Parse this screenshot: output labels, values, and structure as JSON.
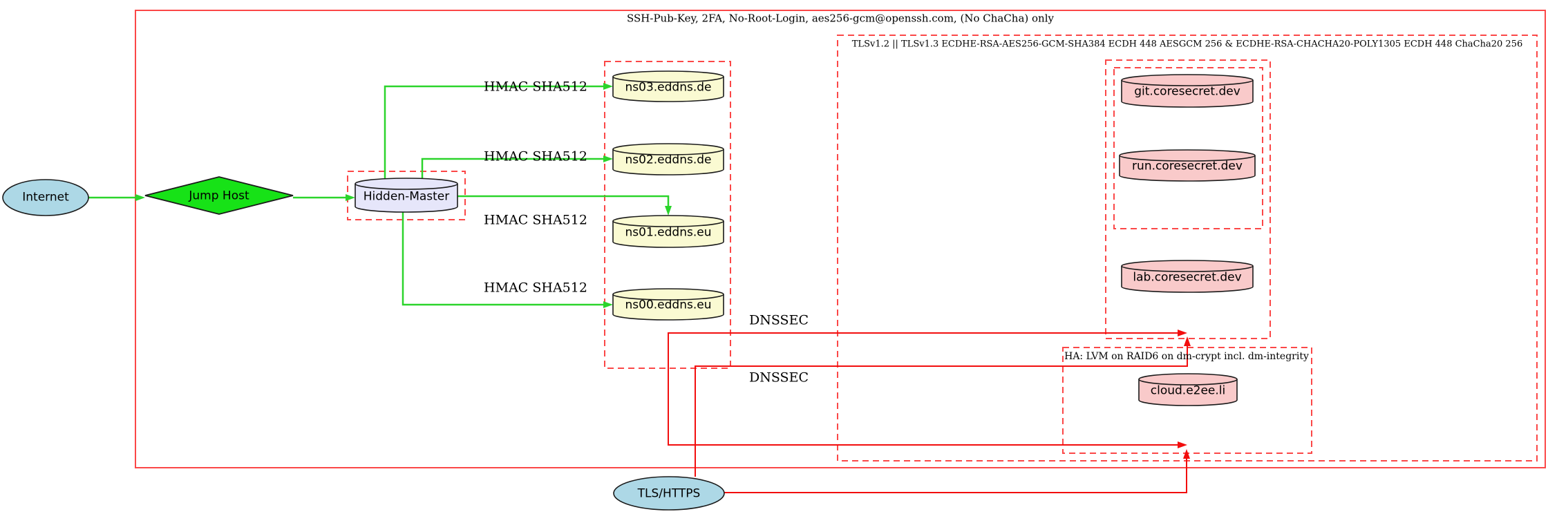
{
  "diagram": {
    "clusters": {
      "ssh_label": "SSH-Pub-Key, 2FA, No-Root-Login, aes256-gcm@openssh.com, (No ChaCha) only",
      "tls_label": "TLSv1.2 || TLSv1.3 ECDHE-RSA-AES256-GCM-SHA384 ECDH 448 AESGCM 256 & ECDHE-RSA-CHACHA20-POLY1305 ECDH 448 ChaCha20 256",
      "ha_label": "HA: LVM on RAID6 on dm-crypt incl. dm-integrity"
    },
    "nodes": {
      "internet": "Internet",
      "jump_host": "Jump Host",
      "hidden_master": "Hidden-Master",
      "ns03": "ns03.eddns.de",
      "ns02": "ns02.eddns.de",
      "ns01": "ns01.eddns.eu",
      "ns00": "ns00.eddns.eu",
      "git": "git.coresecret.dev",
      "run": "run.coresecret.dev",
      "lab": "lab.coresecret.dev",
      "cloud": "cloud.e2ee.li",
      "tls_https": "TLS/HTTPS"
    },
    "edge_labels": {
      "hmac1": "HMAC SHA512",
      "hmac2": "HMAC SHA512",
      "hmac3": "HMAC SHA512",
      "hmac4": "HMAC SHA512",
      "dnssec1": "DNSSEC",
      "dnssec2": "DNSSEC"
    },
    "colors": {
      "node_blue": "#add8e6",
      "node_green": "#17e217",
      "node_lavender": "#e6e6fa",
      "node_yellow": "#fafad2",
      "node_pink": "#f9caca",
      "edge_green": "#2bd42b",
      "edge_red": "#f20d0d",
      "cluster_red": "#fb4747",
      "shape_border": "#1a1a1a"
    }
  }
}
